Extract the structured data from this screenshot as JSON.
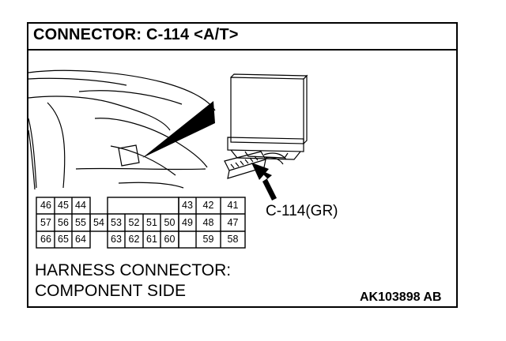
{
  "title": "CONNECTOR: C-114 <A/T>",
  "connector_label": "C-114(GR)",
  "harness": {
    "line1": "HARNESS CONNECTOR:",
    "line2": "COMPONENT SIDE"
  },
  "ref_code": "AK103898 AB",
  "pins": {
    "p46": "46",
    "p45": "45",
    "p44": "44",
    "p43": "43",
    "p42": "42",
    "p41": "41",
    "p57": "57",
    "p56": "56",
    "p55": "55",
    "p54": "54",
    "p53": "53",
    "p52": "52",
    "p51": "51",
    "p50": "50",
    "p49": "49",
    "p48": "48",
    "p47": "47",
    "p66": "66",
    "p65": "65",
    "p64": "64",
    "p63": "63",
    "p62": "62",
    "p61": "61",
    "p60": "60",
    "p59": "59",
    "p58": "58"
  }
}
